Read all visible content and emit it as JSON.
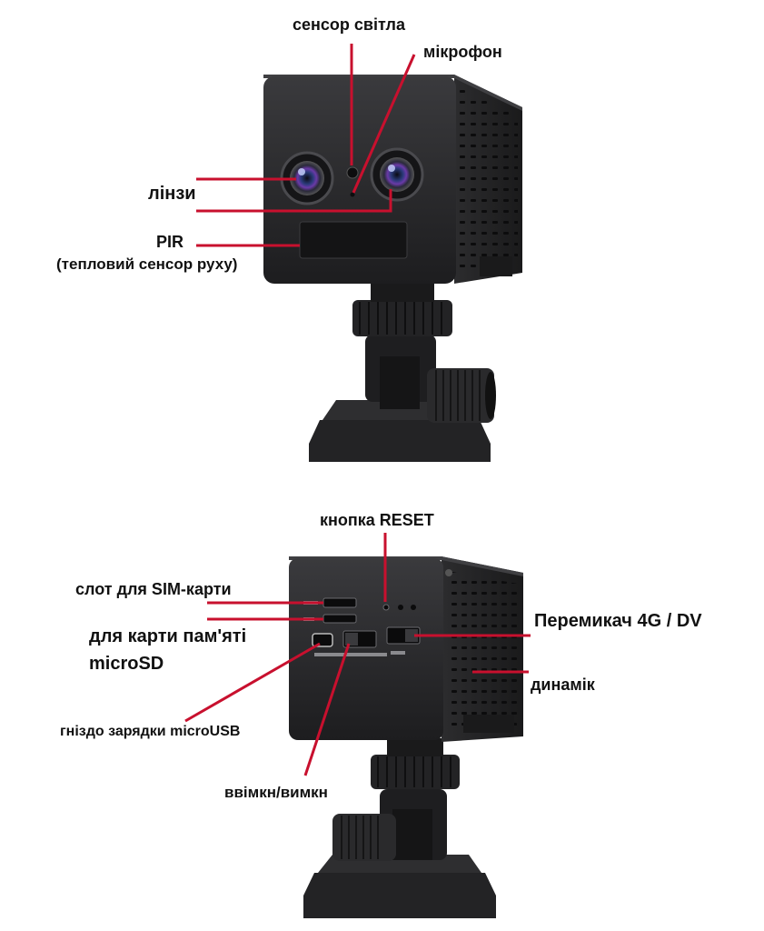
{
  "front": {
    "light_sensor": "сенсор світла",
    "microphone": "мікрофон",
    "lenses": "лінзи",
    "pir": "PIR",
    "pir_desc": "(тепловий сенсор руху)"
  },
  "back": {
    "reset_button": "кнопка RESET",
    "sim_slot": "слот для SIM-карти",
    "microsd_line1": "для карти пам'яті",
    "microsd_line2": "microSD",
    "usb_port": "гніздо зарядки microUSB",
    "power_switch": "ввімкн/вимкн",
    "mode_switch": "Перемикач 4G / DV",
    "speaker": "динамік"
  },
  "colors": {
    "pointer": "#c8102e",
    "device_body": "#2a2a2c",
    "text": "#111111"
  }
}
